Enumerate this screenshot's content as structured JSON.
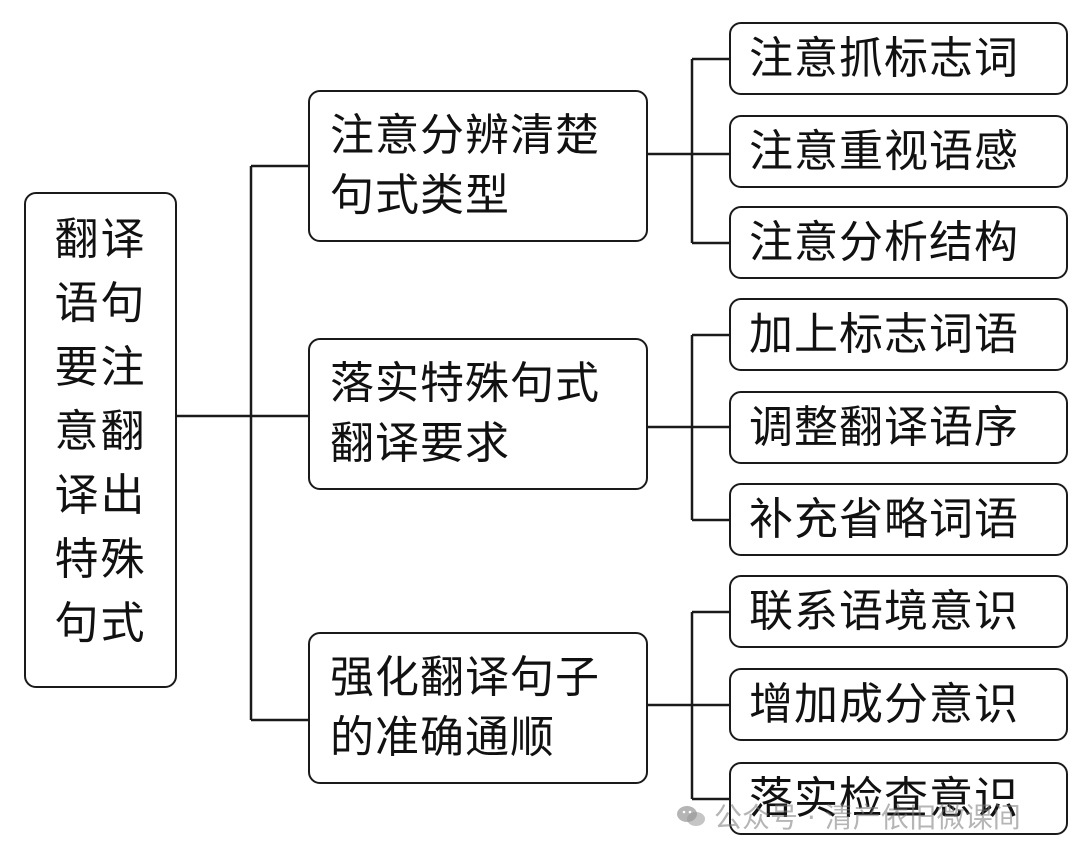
{
  "root": {
    "text": "翻译\n语句\n要注\n意翻\n译出\n特殊\n句式"
  },
  "branches": [
    {
      "text": "注意分辨清楚\n句式类型",
      "children": [
        "注意抓标志词",
        "注意重视语感",
        "注意分析结构"
      ]
    },
    {
      "text": "落实特殊句式\n翻译要求",
      "children": [
        "加上标志词语",
        "调整翻译语序",
        "补充省略词语"
      ]
    },
    {
      "text": "强化翻译句子\n的准确通顺",
      "children": [
        "联系语境意识",
        "增加成分意识",
        "落实检查意识"
      ]
    }
  ],
  "watermark": {
    "text": "公众号 · 清产依旧微课间",
    "icon": "wechat-icon"
  }
}
